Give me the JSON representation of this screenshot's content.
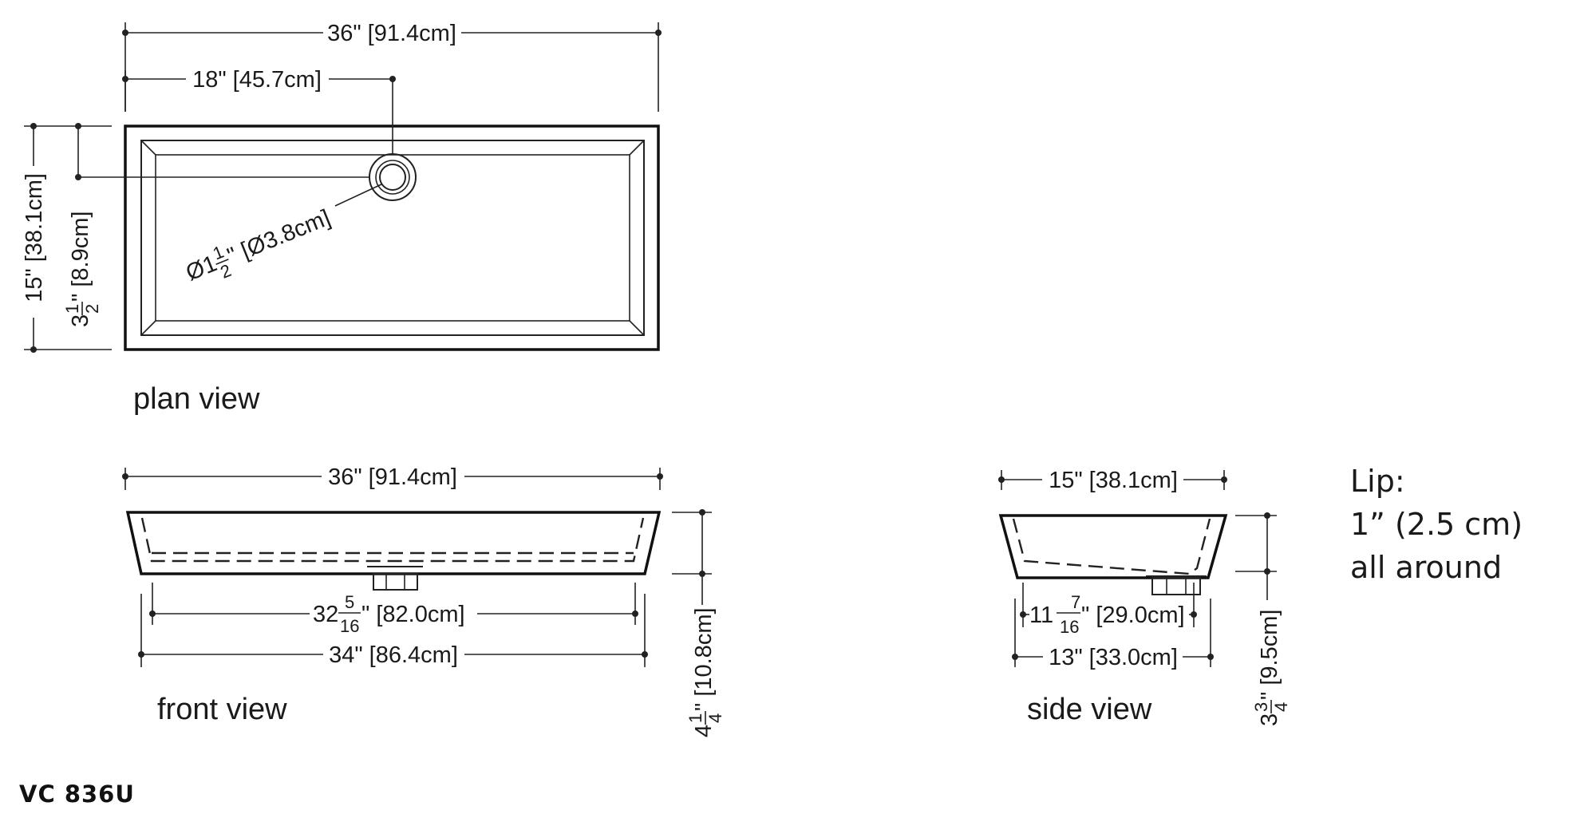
{
  "plan": {
    "overall_length": "36\" [91.4cm]",
    "drain_center": "18\" [45.7cm]",
    "overall_width_in": "15\"",
    "overall_width_cm": "[38.1cm]",
    "drain_offset_whole": "3",
    "drain_offset_num": "1",
    "drain_offset_den": "2",
    "drain_offset_rest": "\" [8.9cm]",
    "drain_dia_prefix": "Ø1",
    "drain_dia_num": "1",
    "drain_dia_den": "2",
    "drain_dia_rest": "\" [Ø3.8cm]",
    "label": "plan view"
  },
  "front": {
    "top_length": "36\" [91.4cm]",
    "inner_whole": "32",
    "inner_num": "5",
    "inner_den": "16",
    "inner_rest": "\" [82.0cm]",
    "bottom_length": "34\" [86.4cm]",
    "height_whole": "4",
    "height_num": "1",
    "height_den": "4",
    "height_rest": "\" [10.8cm]",
    "label": "front view"
  },
  "side": {
    "top_width": "15\" [38.1cm]",
    "inner_whole": "11",
    "inner_num": "7",
    "inner_den": "16",
    "inner_rest": "\" [29.0cm]",
    "bottom_width": "13\" [33.0cm]",
    "height_whole": "3",
    "height_num": "3",
    "height_den": "4",
    "height_rest": "\" [9.5cm]",
    "label": "side view"
  },
  "lip_note": [
    "Lip:",
    "1” (2.5 cm)",
    "all around"
  ],
  "model": "VC 836U"
}
